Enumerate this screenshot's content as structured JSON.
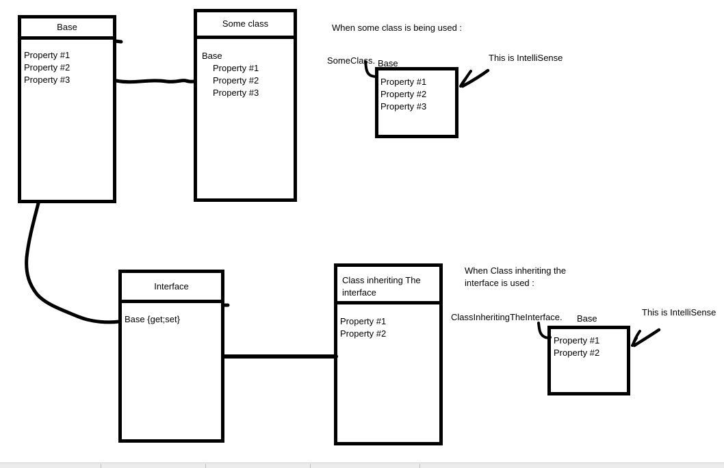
{
  "page": {
    "background": "#ffffff",
    "ink": "#000000"
  },
  "uml": {
    "base": {
      "title": "Base",
      "properties": [
        "Property #1",
        "Property #2",
        "Property #3"
      ]
    },
    "some_class": {
      "title": "Some class",
      "inherited_label": "Base",
      "properties": [
        "Property #1",
        "Property #2",
        "Property #3"
      ]
    },
    "interface": {
      "title": "Interface",
      "member": "Base {get;set}"
    },
    "inheriting_class": {
      "title": "Class inheriting The interface",
      "properties": [
        "Property #1",
        "Property #2"
      ]
    }
  },
  "intellisense_top": {
    "heading": "When some class is being used :",
    "code_object": "SomeClass.",
    "code_member": "Base",
    "items": [
      "Property #1",
      "Property #2",
      "Property #3"
    ],
    "callout": "This is IntelliSense"
  },
  "intellisense_bottom": {
    "heading": "When Class inheriting the interface is used :",
    "code_object": "ClassInheritingTheInterface.",
    "code_member": "Base",
    "items": [
      "Property #1",
      "Property #2"
    ],
    "callout": "This is IntelliSense"
  }
}
